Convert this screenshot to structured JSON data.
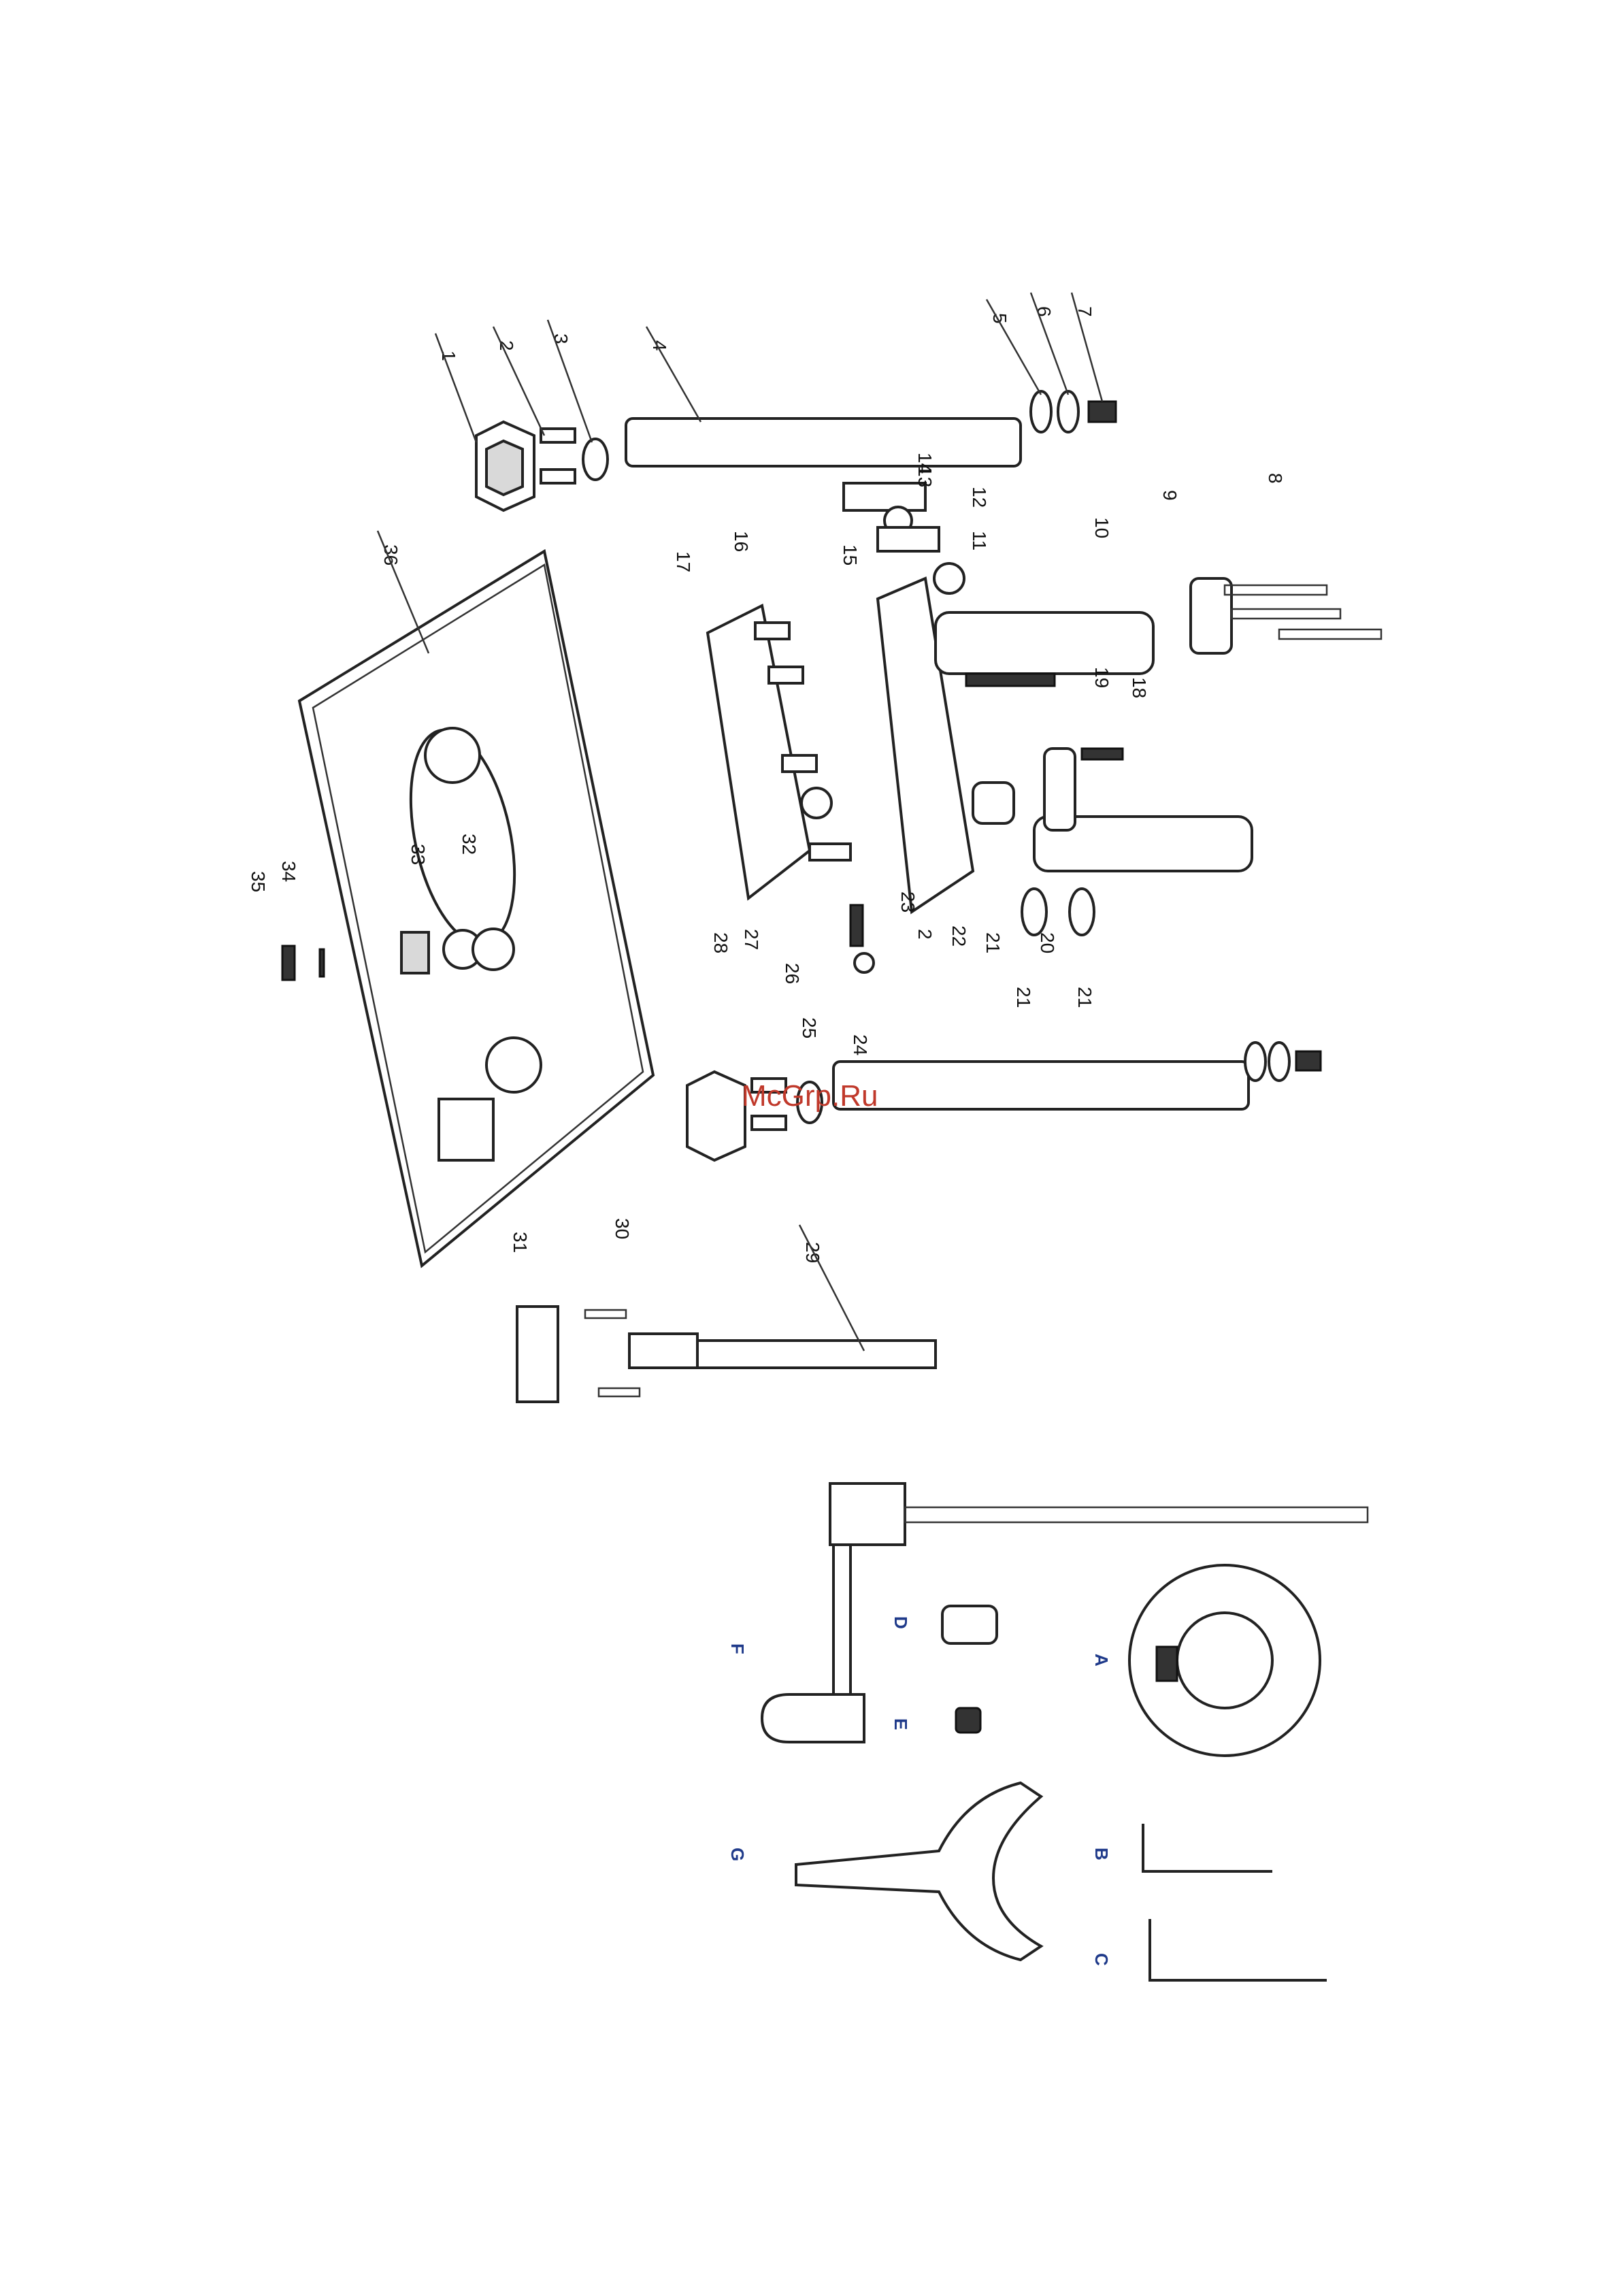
{
  "callouts": [
    "1",
    "2",
    "3",
    "4",
    "5",
    "6",
    "7",
    "8",
    "9",
    "10",
    "11",
    "12",
    "13",
    "14",
    "15",
    "16",
    "17",
    "18",
    "19",
    "20",
    "21",
    "21",
    "21",
    "22",
    "23",
    "2",
    "24",
    "25",
    "26",
    "27",
    "28",
    "29",
    "30",
    "31",
    "32",
    "33",
    "34",
    "35",
    "36"
  ],
  "accessory_letters": [
    "A",
    "B",
    "C",
    "D",
    "E",
    "F",
    "G"
  ],
  "watermark": "McGrp.Ru",
  "colors": {
    "line": "#222222",
    "watermark": "#c0392b",
    "letters": "#1f3a8a"
  }
}
